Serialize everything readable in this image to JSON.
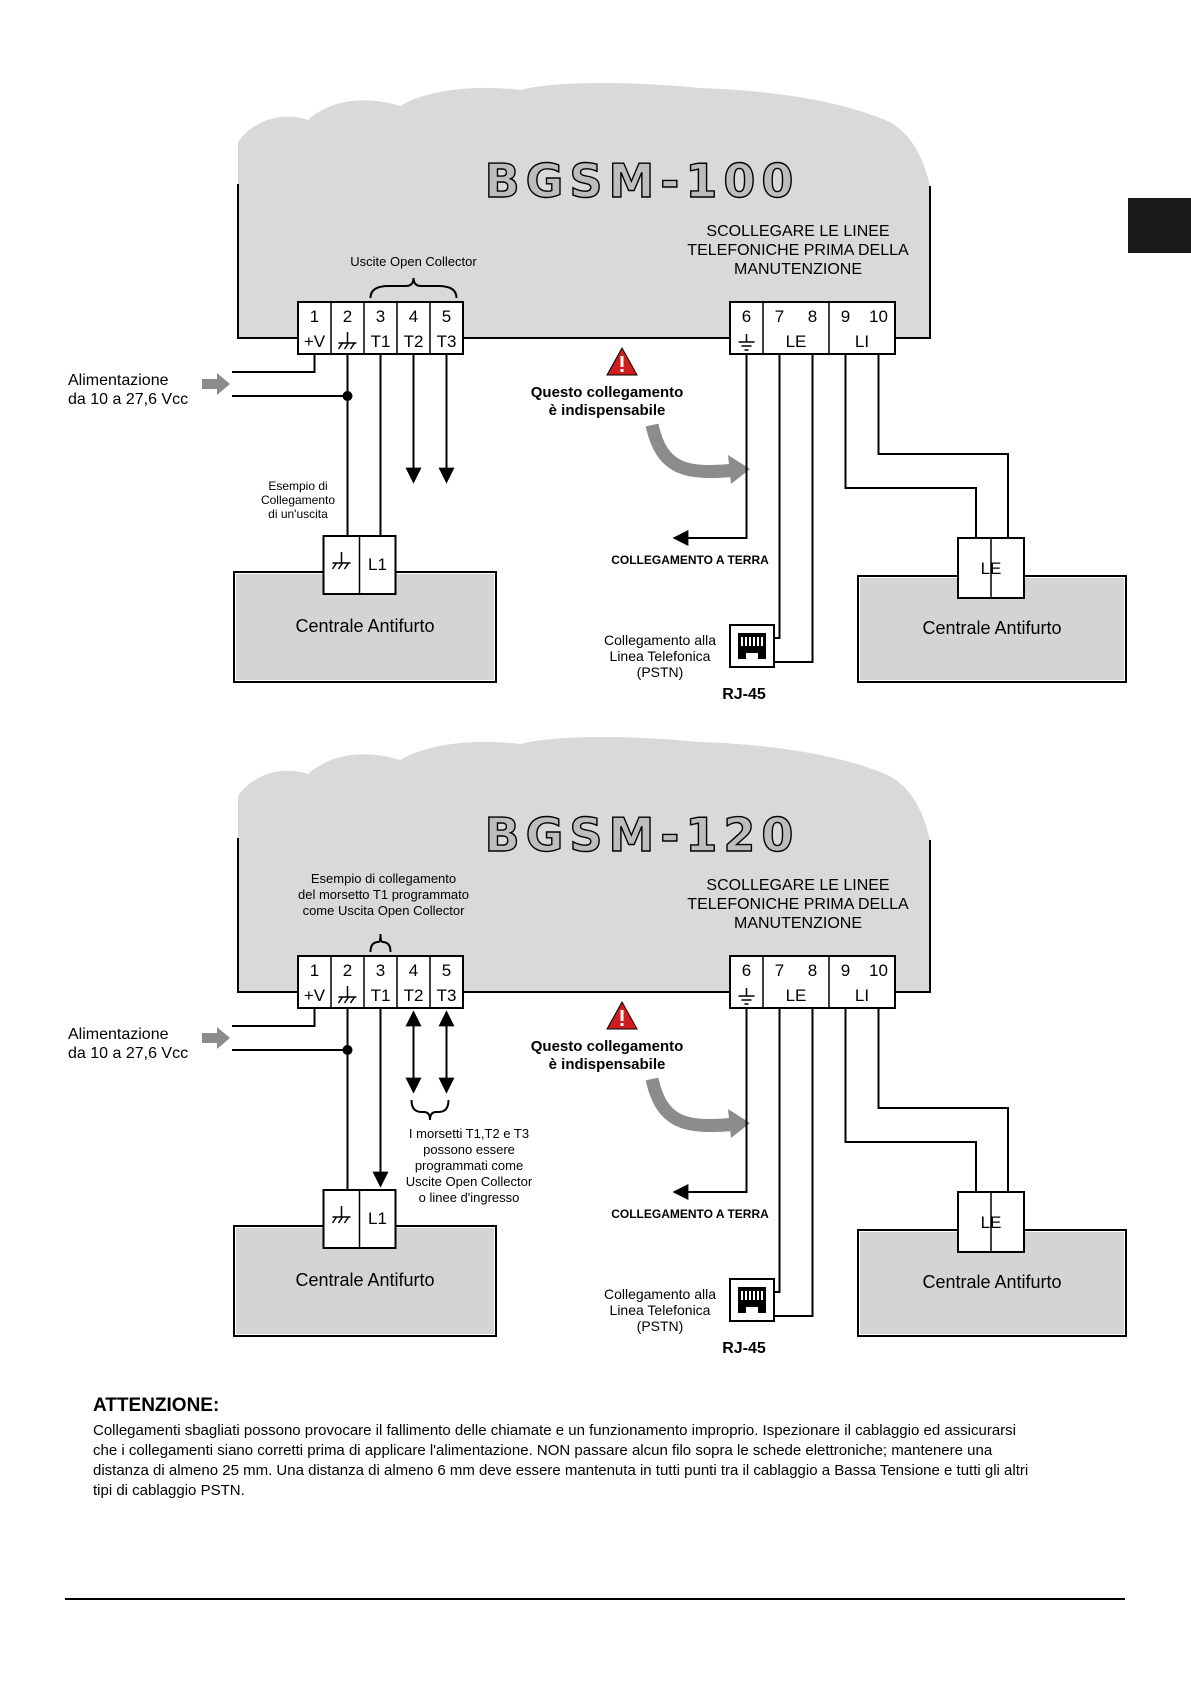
{
  "colors": {
    "panel": "#d9d9d9",
    "arrow": "#8c8c8c",
    "warning": "#d01c1c",
    "side_tab": "#1a1a1a"
  },
  "diagram_top": {
    "title": "BGSM-100",
    "warning_notice": [
      "SCOLLEGARE LE LINEE",
      "TELEFONICHE PRIMA DELLA",
      "MANUTENZIONE"
    ],
    "brace_label": "Uscite Open Collector",
    "terminals_left": [
      {
        "num": "1",
        "label": "+V"
      },
      {
        "num": "2",
        "label": "ground-symbol"
      },
      {
        "num": "3",
        "label": "T1"
      },
      {
        "num": "4",
        "label": "T2"
      },
      {
        "num": "5",
        "label": "T3"
      }
    ],
    "terminals_right": [
      {
        "num": "6",
        "label": "earth-symbol"
      },
      {
        "num": "7",
        "label": ""
      },
      {
        "num": "8",
        "label": ""
      },
      {
        "num": "9",
        "label": ""
      },
      {
        "num": "10",
        "label": ""
      }
    ],
    "terminals_right_groups": [
      "LE",
      "LI"
    ],
    "power_label": [
      "Alimentazione",
      "da 10 a 27,6 Vcc"
    ],
    "example_label": [
      "Esempio di",
      "Collegamento",
      "di un'uscita"
    ],
    "required_label": [
      "Questo collegamento",
      "è indispensabile"
    ],
    "earth_label": "COLLEGAMENTO A TERRA",
    "phone_label": [
      "Collegamento alla",
      "Linea Telefonica",
      "(PSTN)"
    ],
    "rj45_label": "RJ-45",
    "alarm_left": {
      "label": "Centrale Antifurto",
      "terminals": [
        "ground-symbol",
        "L1"
      ]
    },
    "alarm_right": {
      "label": "Centrale Antifurto",
      "terminals": [
        "LE"
      ]
    }
  },
  "diagram_bottom": {
    "title": "BGSM-120",
    "warning_notice": [
      "SCOLLEGARE LE LINEE",
      "TELEFONICHE PRIMA DELLA",
      "MANUTENZIONE"
    ],
    "brace_label": [
      "Esempio di collegamento",
      "del morsetto T1 programmato",
      "come Uscita Open Collector"
    ],
    "terminals_left": [
      {
        "num": "1",
        "label": "+V"
      },
      {
        "num": "2",
        "label": "ground-symbol"
      },
      {
        "num": "3",
        "label": "T1"
      },
      {
        "num": "4",
        "label": "T2"
      },
      {
        "num": "5",
        "label": "T3"
      }
    ],
    "terminals_right": [
      {
        "num": "6",
        "label": "earth-symbol"
      },
      {
        "num": "7",
        "label": ""
      },
      {
        "num": "8",
        "label": ""
      },
      {
        "num": "9",
        "label": ""
      },
      {
        "num": "10",
        "label": ""
      }
    ],
    "terminals_right_groups": [
      "LE",
      "LI"
    ],
    "power_label": [
      "Alimentazione",
      "da 10 a 27,6 Vcc"
    ],
    "io_label": [
      "I morsetti T1,T2 e T3",
      "possono essere",
      "programmati come",
      "Uscite Open Collector",
      "o linee d'ingresso"
    ],
    "required_label": [
      "Questo collegamento",
      "è indispensabile"
    ],
    "earth_label": "COLLEGAMENTO A TERRA",
    "phone_label": [
      "Collegamento alla",
      "Linea Telefonica",
      "(PSTN)"
    ],
    "rj45_label": "RJ-45",
    "alarm_left": {
      "label": "Centrale Antifurto",
      "terminals": [
        "ground-symbol",
        "L1"
      ]
    },
    "alarm_right": {
      "label": "Centrale Antifurto",
      "terminals": [
        "LE"
      ]
    }
  },
  "attention": {
    "title": "ATTENZIONE:",
    "body": "Collegamenti sbagliati possono provocare il fallimento delle chiamate e un funzionamento improprio. Ispezionare il cablaggio ed assicurarsi\nche i collegamenti siano corretti prima di applicare l'alimentazione. NON passare alcun filo sopra le schede elettroniche; mantenere una\ndistanza di almeno 25 mm. Una distanza di almeno 6 mm deve essere mantenuta in tutti punti tra il cablaggio a Bassa Tensione e tutti gli altri\ntipi di cablaggio PSTN."
  }
}
